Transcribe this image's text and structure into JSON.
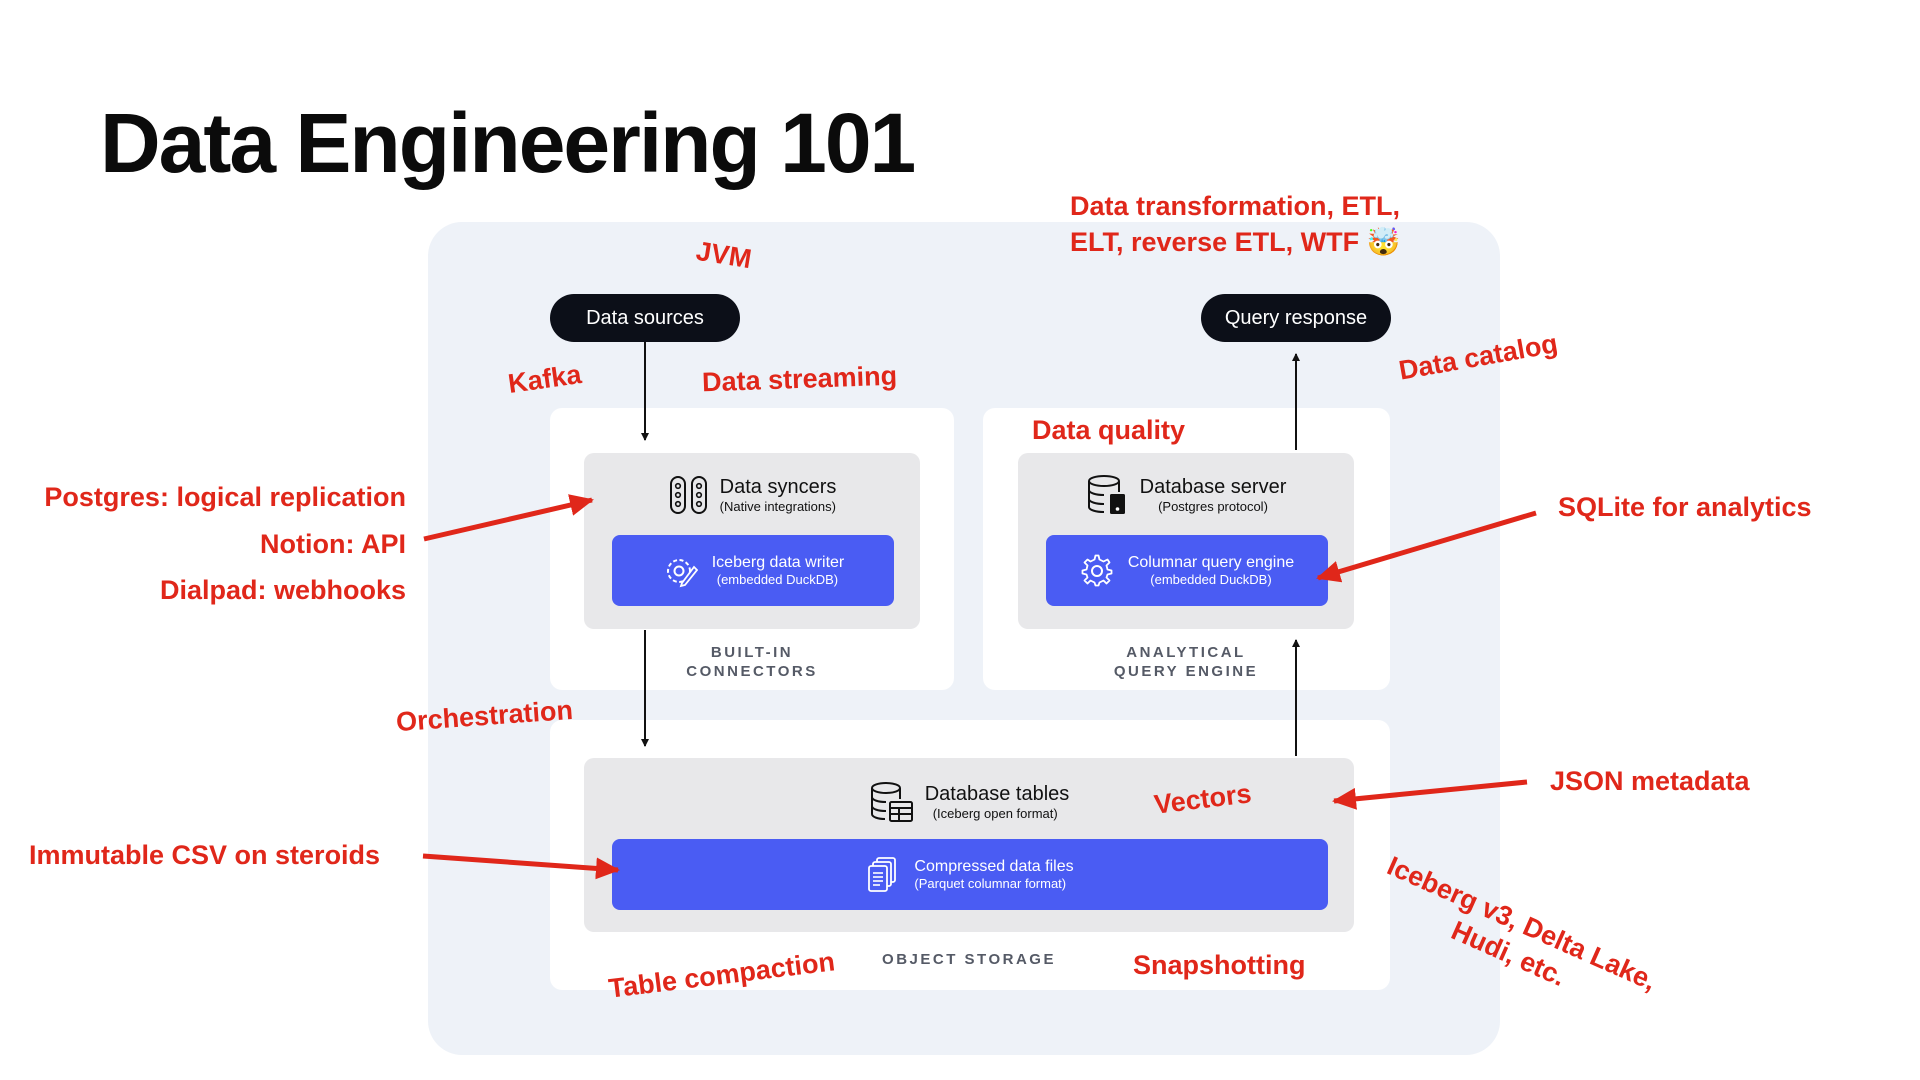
{
  "slide": {
    "title": "Data Engineering 101"
  },
  "diagram": {
    "data_sources": "Data sources",
    "query_response": "Query response",
    "connectors": {
      "card_title": "Data syncers",
      "card_subtitle": "(Native integrations)",
      "inner_title": "Iceberg data writer",
      "inner_subtitle": "(embedded DuckDB)",
      "caption_line1": "BUILT-IN",
      "caption_line2": "CONNECTORS"
    },
    "engine": {
      "card_title": "Database server",
      "card_subtitle": "(Postgres protocol)",
      "inner_title": "Columnar query engine",
      "inner_subtitle": "(embedded DuckDB)",
      "caption_line1": "ANALYTICAL",
      "caption_line2": "QUERY ENGINE"
    },
    "storage": {
      "card_title": "Database tables",
      "card_subtitle": "(Iceberg open format)",
      "inner_title": "Compressed data files",
      "inner_subtitle": "(Parquet columnar format)",
      "caption": "OBJECT STORAGE"
    }
  },
  "annotations": {
    "jvm": "JVM",
    "etl_line1": "Data transformation, ETL,",
    "etl_line2": "ELT, reverse ETL, WTF 🤯",
    "kafka": "Kafka",
    "data_streaming": "Data streaming",
    "data_catalog": "Data catalog",
    "data_quality": "Data quality",
    "postgres": "Postgres: logical replication",
    "notion": "Notion: API",
    "dialpad": "Dialpad: webhooks",
    "sqlite": "SQLite for analytics",
    "orchestration": "Orchestration",
    "json_metadata": "JSON metadata",
    "vectors": "Vectors",
    "immutable_csv": "Immutable CSV on steroids",
    "iceberg_line1": "Iceberg v3, Delta Lake,",
    "iceberg_line2": "Hudi, etc.",
    "table_compaction": "Table compaction",
    "snapshotting": "Snapshotting"
  },
  "colors": {
    "annotation": "#e0271a",
    "accent": "#4a5cf3",
    "pill": "#0c0f18",
    "canvas": "#eef2f8"
  },
  "icons": [
    "syncer-icon",
    "database-server-icon",
    "database-table-icon",
    "pen-gear-icon",
    "gear-icon",
    "files-icon"
  ]
}
